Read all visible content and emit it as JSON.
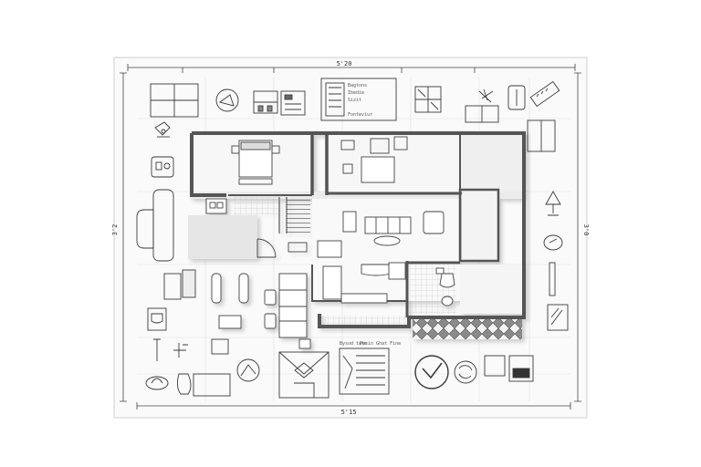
{
  "drawing": {
    "paper_color": "#fafafa",
    "ink_color": "#3a3a3a",
    "wall_color": "#555555",
    "dimension_labels": {
      "top": "5'20",
      "bottom": "5'15",
      "left": "3'2",
      "right": "3'0"
    },
    "legend_scribbles": [
      "Bagtons",
      "Ibedie",
      "Sizit",
      "Fonteviur",
      "Bysod tate",
      "Pesin Ghat Fine"
    ]
  }
}
